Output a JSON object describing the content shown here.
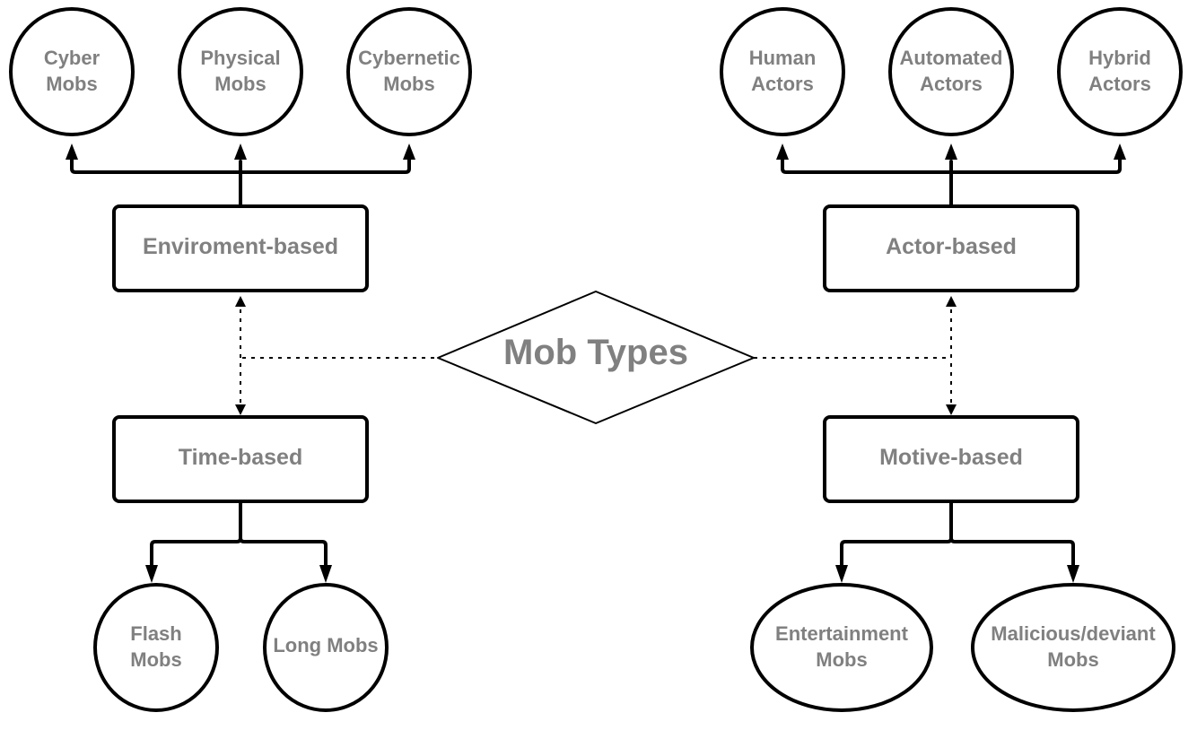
{
  "diagram": {
    "center": "Mob Types",
    "categories": {
      "environment": {
        "label": "Enviroment-based",
        "children": [
          [
            "Cyber",
            "Mobs"
          ],
          [
            "Physical",
            "Mobs"
          ],
          [
            "Cybernetic",
            "Mobs"
          ]
        ]
      },
      "actor": {
        "label": "Actor-based",
        "children": [
          [
            "Human",
            "Actors"
          ],
          [
            "Automated",
            "Actors"
          ],
          [
            "Hybrid",
            "Actors"
          ]
        ]
      },
      "time": {
        "label": "Time-based",
        "children": [
          [
            "Flash",
            "Mobs"
          ],
          [
            "Long Mobs"
          ]
        ]
      },
      "motive": {
        "label": "Motive-based",
        "children": [
          [
            "Entertainment",
            "Mobs"
          ],
          [
            "Malicious/deviant",
            "Mobs"
          ]
        ]
      }
    }
  },
  "colors": {
    "text": "#808080",
    "stroke": "#000000",
    "background": "#ffffff"
  }
}
